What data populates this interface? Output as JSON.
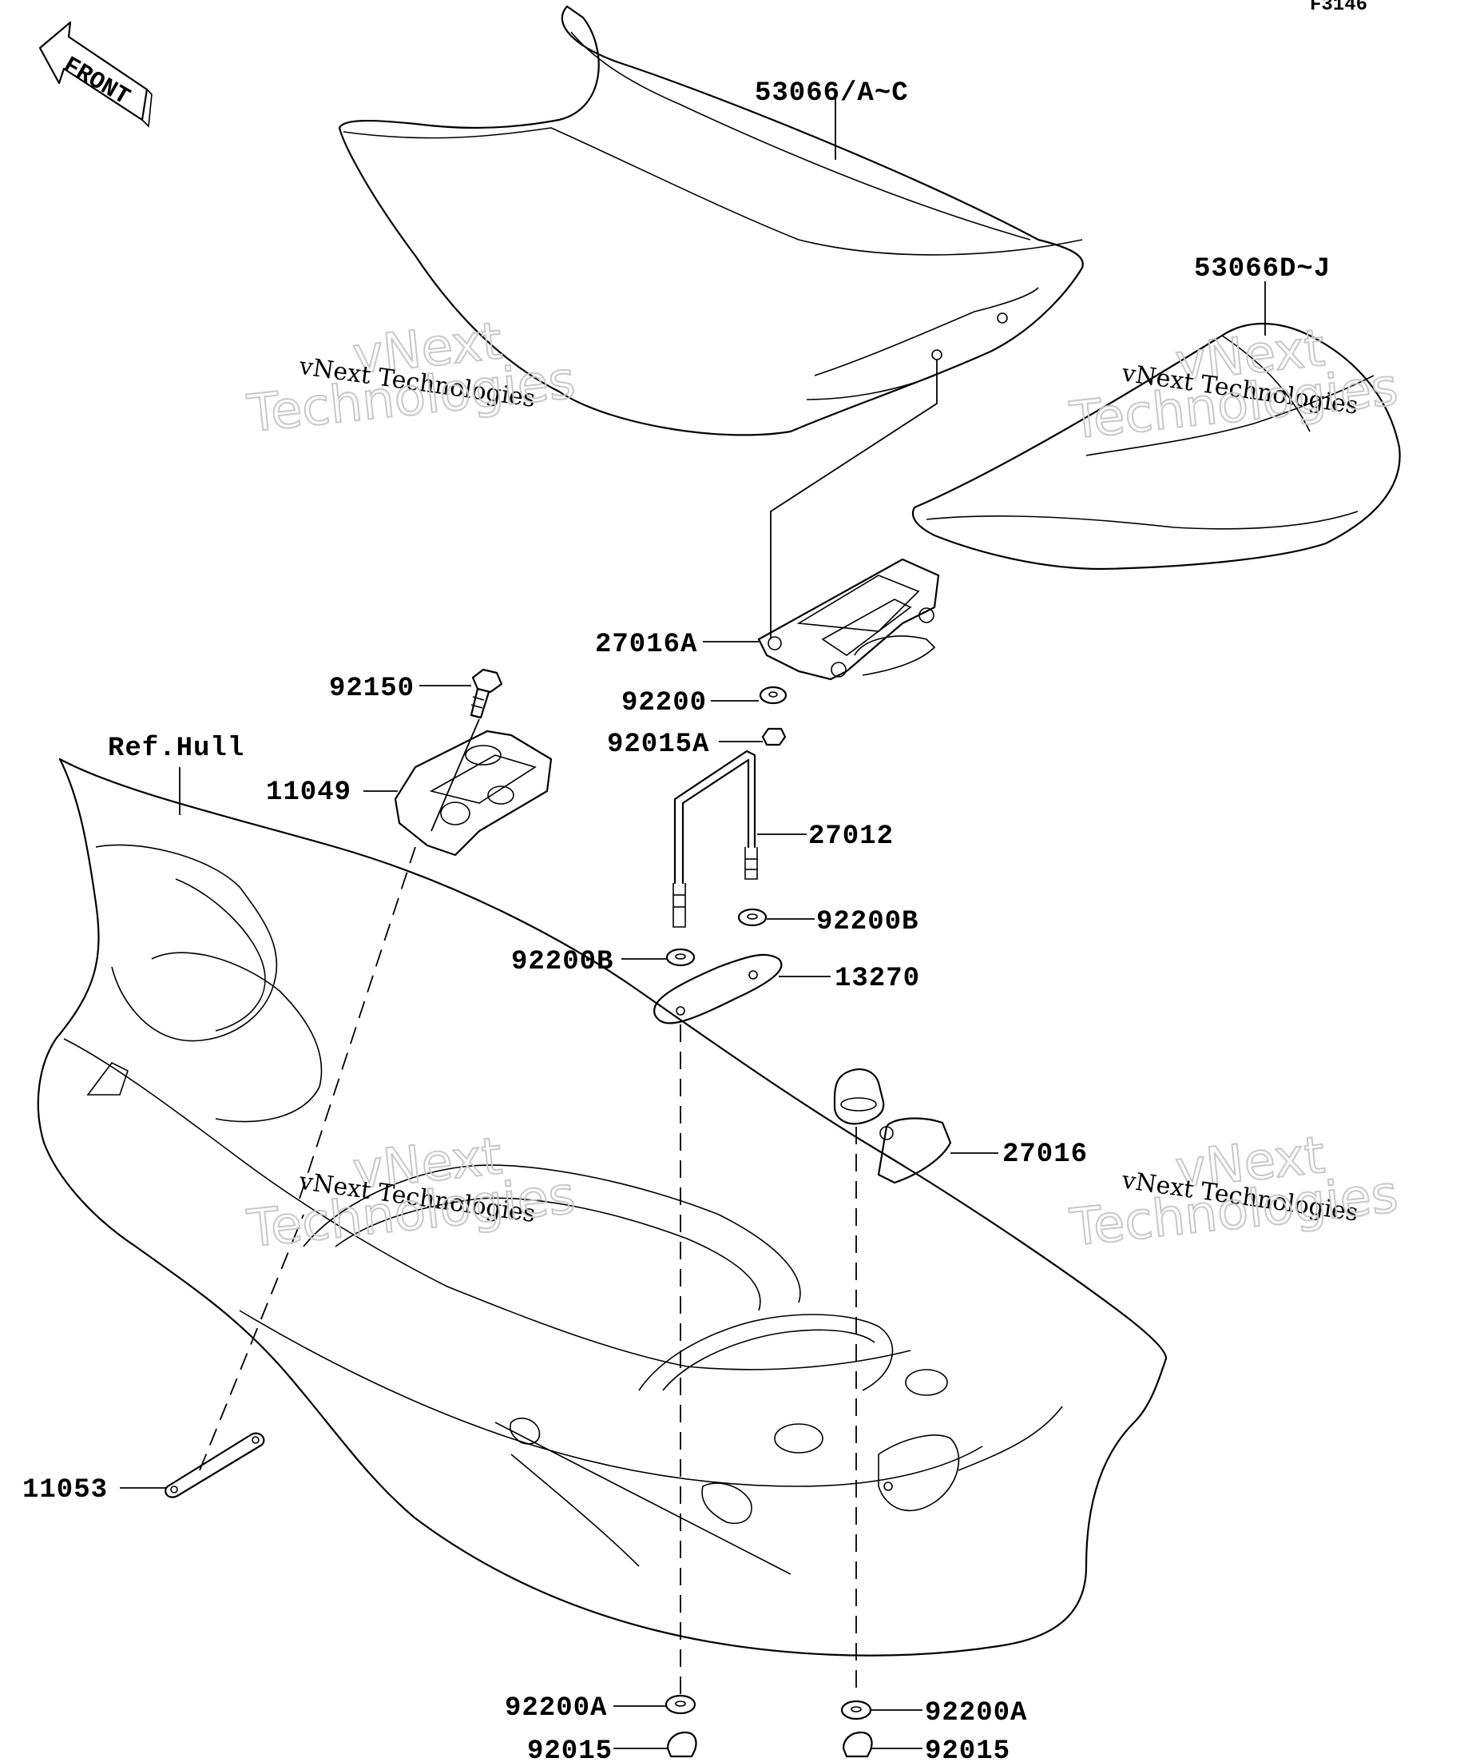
{
  "diagram_code": "F3146",
  "front_label": "FRONT",
  "watermark": {
    "line1": "vNext Technologies",
    "ghost_top": "vNext",
    "ghost_bottom": "Technologies"
  },
  "parts": {
    "seat_front": "53066/A~C",
    "seat_rear": "53066D~J",
    "bracket_a": "27016A",
    "bolt": "92150",
    "washer": "92200",
    "nut_a": "92015A",
    "ref_hull": "Ref.Hull",
    "plate_1": "11049",
    "u_bolt": "27012",
    "washer_b_right": "92200B",
    "washer_b_left": "92200B",
    "gasket": "13270",
    "hook": "27016",
    "strap": "11053",
    "washer_a_left": "92200A",
    "washer_a_right": "92200A",
    "nut_left": "92015",
    "nut_right": "92015"
  }
}
